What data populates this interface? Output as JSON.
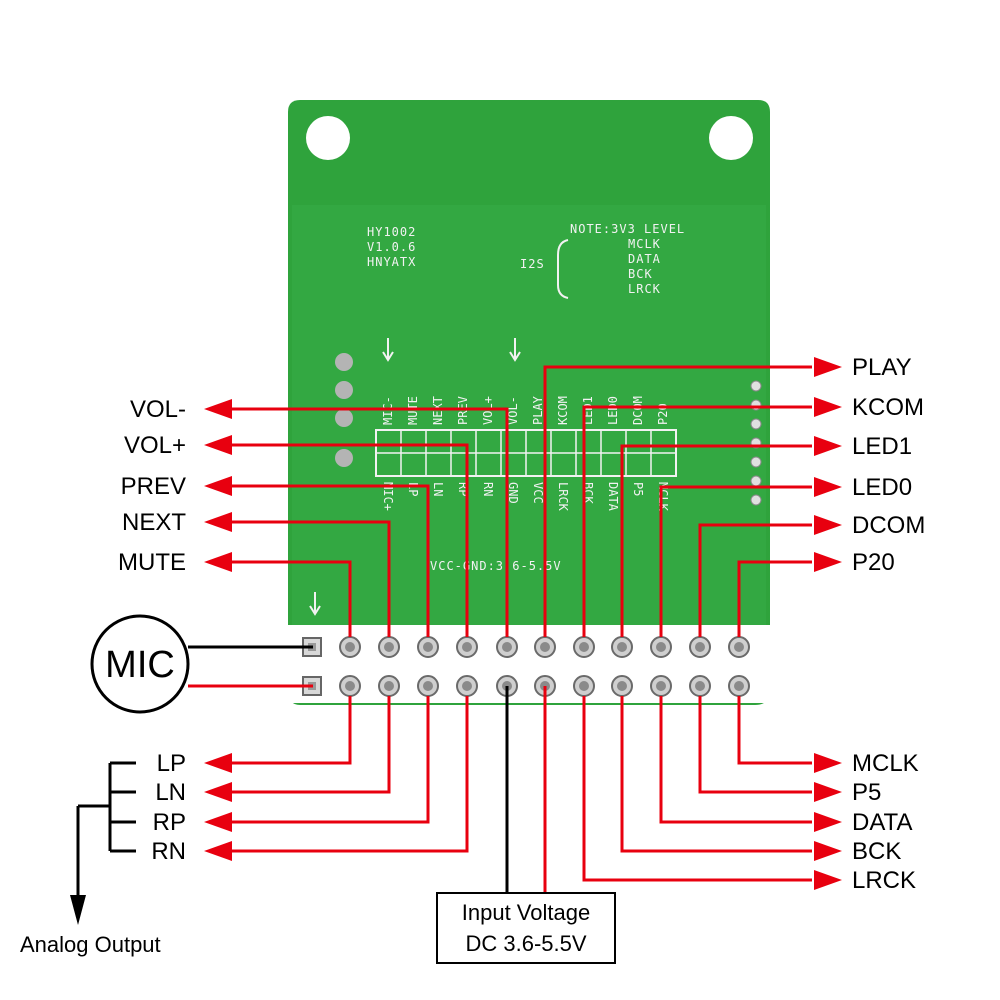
{
  "board": {
    "silk": {
      "model": "HY1002",
      "version": "V1.0.6",
      "maker": "HNYATX",
      "note": "NOTE:3V3 LEVEL",
      "i2s": "I2S",
      "i2s_signals": [
        "MCLK",
        "DATA",
        "BCK",
        "LRCK"
      ],
      "vcc": "VCC-GND:3.6-5.5V",
      "top_pins": [
        "MIC-",
        "MUTE",
        "NEXT",
        "PREV",
        "VOL+",
        "VOL-",
        "PLAY",
        "KCOM",
        "LED1",
        "LED0",
        "DCOM",
        "P20"
      ],
      "bottom_pins": [
        "MIC+",
        "LP",
        "LN",
        "RP",
        "RN",
        "GND",
        "VCC",
        "LRCK",
        "BCK",
        "DATA",
        "P5",
        "MCLK"
      ]
    },
    "color": "#2fa33c"
  },
  "left_top_labels": [
    "VOL-",
    "VOL+",
    "PREV",
    "NEXT",
    "MUTE"
  ],
  "right_top_labels": [
    "PLAY",
    "KCOM",
    "LED1",
    "LED0",
    "DCOM",
    "P20"
  ],
  "left_bottom_labels": [
    "LP",
    "LN",
    "RP",
    "RN"
  ],
  "right_bottom_labels": [
    "MCLK",
    "P5",
    "DATA",
    "BCK",
    "LRCK"
  ],
  "mic_label": "MIC",
  "analog_output": "Analog Output",
  "input_voltage": {
    "line1": "Input Voltage",
    "line2": "DC 3.6-5.5V"
  },
  "colors": {
    "wire": "#e8000f",
    "pcb": "#2fa33c",
    "pcb_dark": "#1f8a2c",
    "header": "#ffffff"
  }
}
